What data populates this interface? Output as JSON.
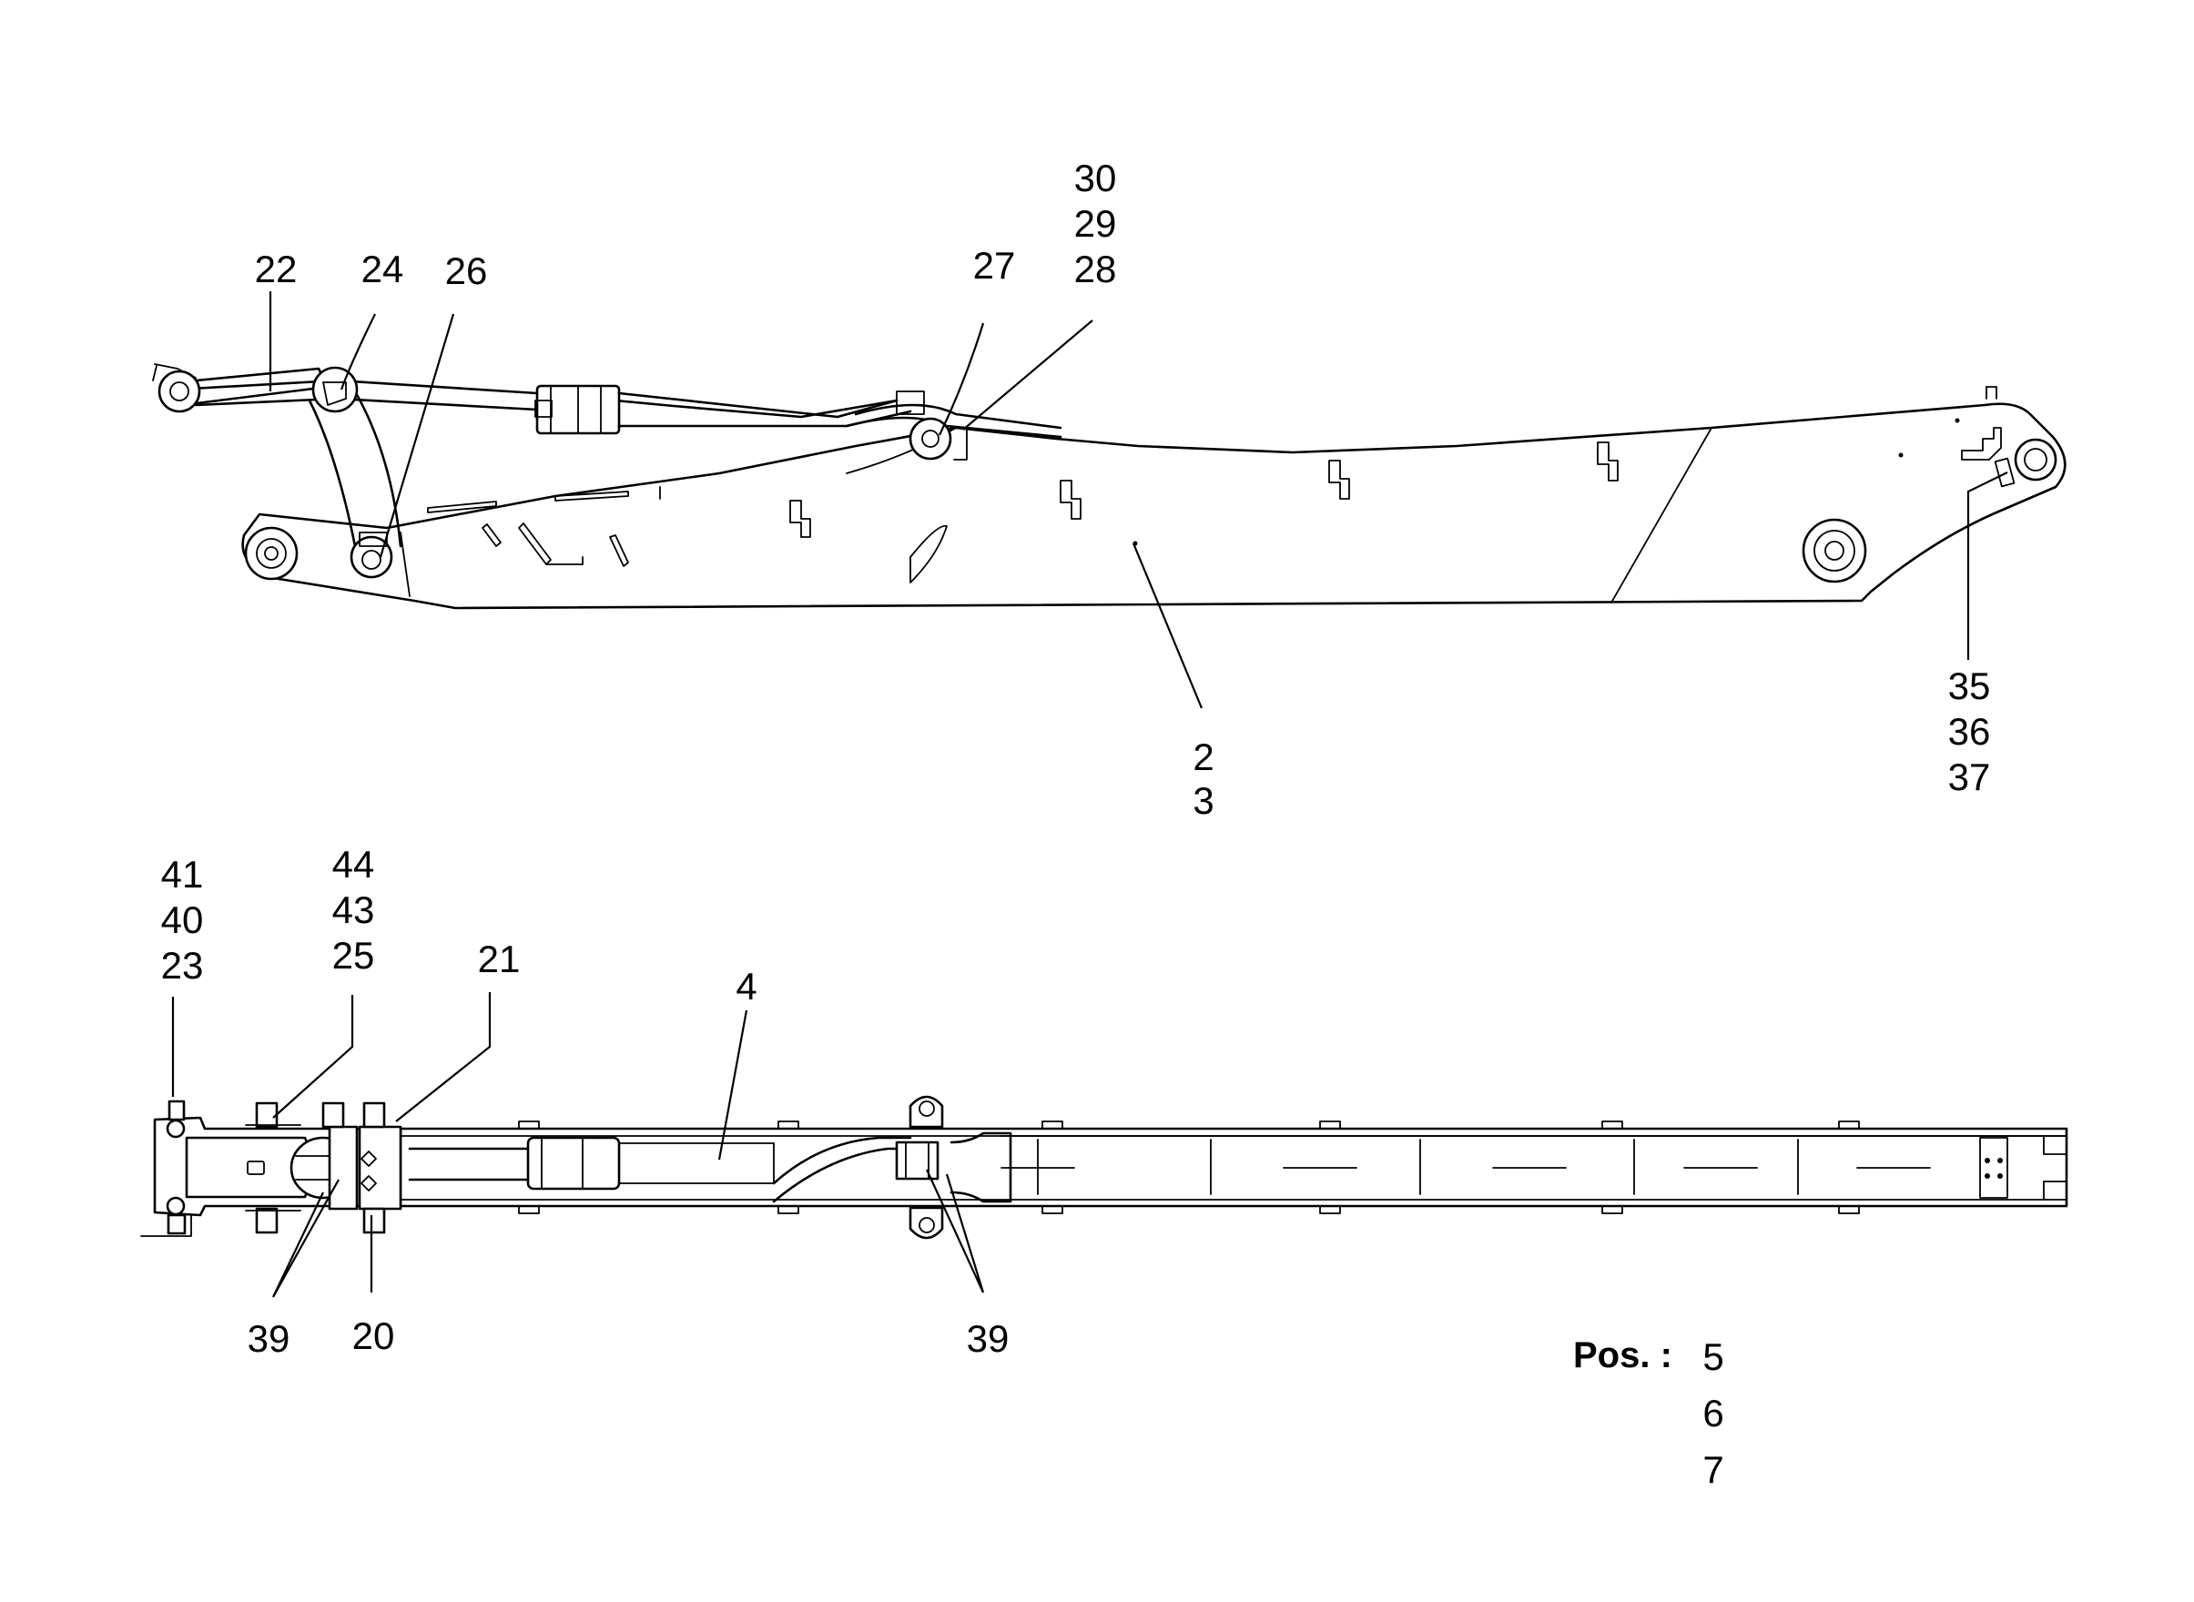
{
  "labels_top": {
    "l22": "22",
    "l24": "24",
    "l26": "26",
    "l27": "27",
    "l30": "30",
    "l29": "29",
    "l28": "28",
    "l2": "2",
    "l3": "3",
    "l35": "35",
    "l36": "36",
    "l37": "37"
  },
  "labels_bottom": {
    "l41": "41",
    "l40": "40",
    "l23": "23",
    "l44": "44",
    "l43": "43",
    "l25": "25",
    "l21": "21",
    "l4": "4",
    "l39a": "39",
    "l20": "20",
    "l39b": "39"
  },
  "positions": {
    "key": "Pos. :",
    "values": [
      "5",
      "6",
      "7"
    ]
  }
}
